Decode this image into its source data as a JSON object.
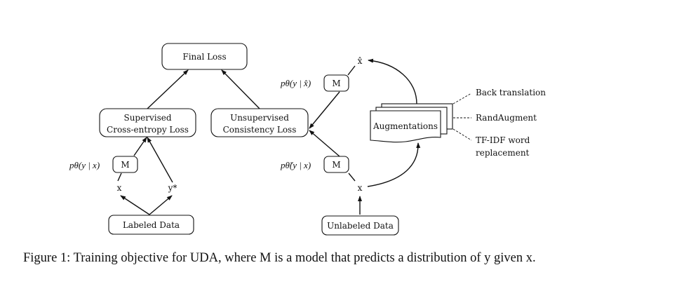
{
  "nodes": {
    "final_loss": "Final Loss",
    "supervised_line1": "Supervised",
    "supervised_line2": "Cross-entropy Loss",
    "unsupervised_line1": "Unsupervised",
    "unsupervised_line2": "Consistency Loss",
    "model": "M",
    "labeled_data": "Labeled Data",
    "unlabeled_data": "Unlabeled Data",
    "augmentations": "Augmentations",
    "x": "x",
    "y_star": "y*",
    "x_hat": "x̂"
  },
  "labels": {
    "p_theta_x": "pθ(y | x)",
    "p_theta_xhat": "pθ(y | x̂)",
    "p_theta_tilde_x": "pθ̃(y | x)"
  },
  "augmentation_methods": [
    "Back translation",
    "RandAugment",
    "TF-IDF word",
    "replacement"
  ],
  "caption": "Figure 1: Training objective for UDA, where M is a model that predicts a distribution of y given x."
}
